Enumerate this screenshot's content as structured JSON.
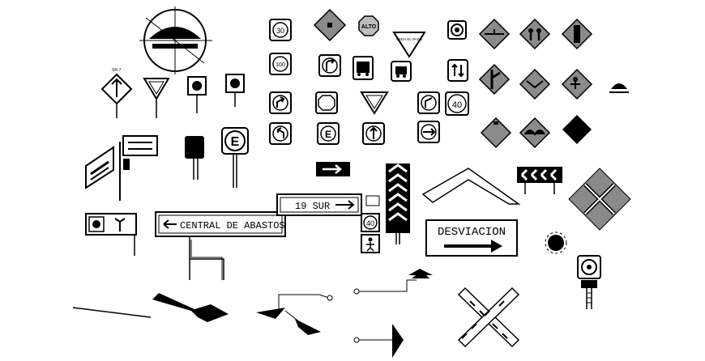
{
  "signs": {
    "central_de_abastos": "CENTRAL DE ABASTOS",
    "diecinueve_sur": "19 SUR",
    "desviacion": "DESVIACION",
    "alto": "ALTO",
    "speed_30": "30",
    "speed_40": "40",
    "speed_100": "100",
    "e_letter": "E",
    "ceda_el_paso": "CEDA EL PASO",
    "small_code": "SR-7"
  },
  "colors": {
    "ink": "#000000",
    "gray_fill": "#8a8a8a",
    "light_gray": "#bdbdbd",
    "background": "#ffffff"
  }
}
